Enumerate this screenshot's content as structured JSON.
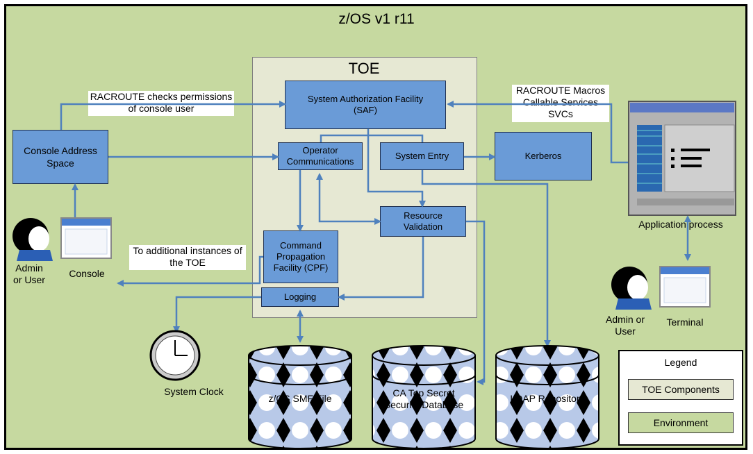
{
  "title": "z/OS v1 r11",
  "toe_title": "TOE",
  "components": {
    "saf": "System Authorization Facility (SAF)",
    "operator_comms": "Operator Communications",
    "system_entry": "System Entry",
    "kerberos": "Kerberos",
    "resource_validation": "Resource Validation",
    "cpf": "Command Propagation Facility (CPF)",
    "logging": "Logging",
    "console_address_space": "Console Address Space"
  },
  "labels": {
    "racroute_checks": "RACROUTE checks permissions of console user",
    "racroute_macros": "RACROUTE Macros Callable Services SVCs",
    "additional_instances": "To additional instances of the TOE",
    "admin_user_left": "Admin or User",
    "console": "Console",
    "application_process": "Application process",
    "admin_user_right": "Admin or User",
    "terminal": "Terminal",
    "system_clock": "System Clock"
  },
  "databases": {
    "smf": "z/OS SMF File",
    "security_db": "CA Top Secret Security Database",
    "ldap": "LDAP Repository"
  },
  "legend": {
    "title": "Legend",
    "toe_components": "TOE Components",
    "environment": "Environment"
  },
  "colors": {
    "environment": "#c6d9a0",
    "toe_background": "#e6e8d3",
    "component": "#6a9bd7",
    "arrow": "#4f81bd"
  }
}
